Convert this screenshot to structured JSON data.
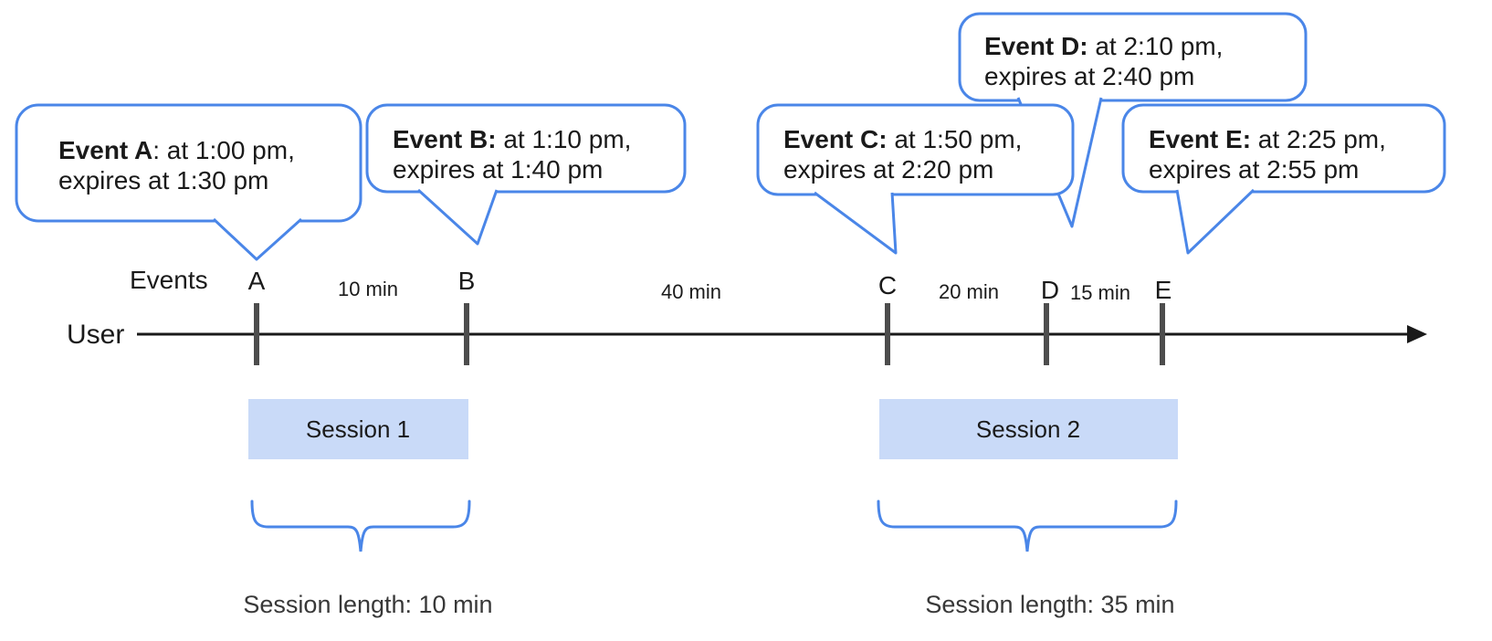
{
  "timeline": {
    "user_label": "User",
    "events_label": "Events",
    "events": [
      {
        "letter": "A",
        "bold": "Event A",
        "rest": ": at 1:00 pm,",
        "line2": "expires at 1:30 pm"
      },
      {
        "letter": "B",
        "bold": "Event B:",
        "rest": " at 1:10 pm,",
        "line2": "expires at 1:40 pm"
      },
      {
        "letter": "C",
        "bold": "Event C:",
        "rest": " at 1:50 pm,",
        "line2": "expires at 2:20 pm"
      },
      {
        "letter": "D",
        "bold": "Event D:",
        "rest": " at 2:10 pm,",
        "line2": "expires at 2:40 pm"
      },
      {
        "letter": "E",
        "bold": "Event E:",
        "rest": " at 2:25 pm,",
        "line2": "expires at 2:55 pm"
      }
    ],
    "intervals": [
      "10 min",
      "40 min",
      "20 min",
      "15 min"
    ],
    "sessions": [
      {
        "label": "Session 1",
        "length": "Session length: 10 min"
      },
      {
        "label": "Session 2",
        "length": "Session length: 35 min"
      }
    ],
    "colors": {
      "bubble_border": "#4a86e8",
      "brace": "#4a86e8",
      "session_fill": "#c9daf8",
      "tick": "#4d4d4d",
      "axis": "#1a1a1a",
      "caption": "#383838"
    }
  }
}
